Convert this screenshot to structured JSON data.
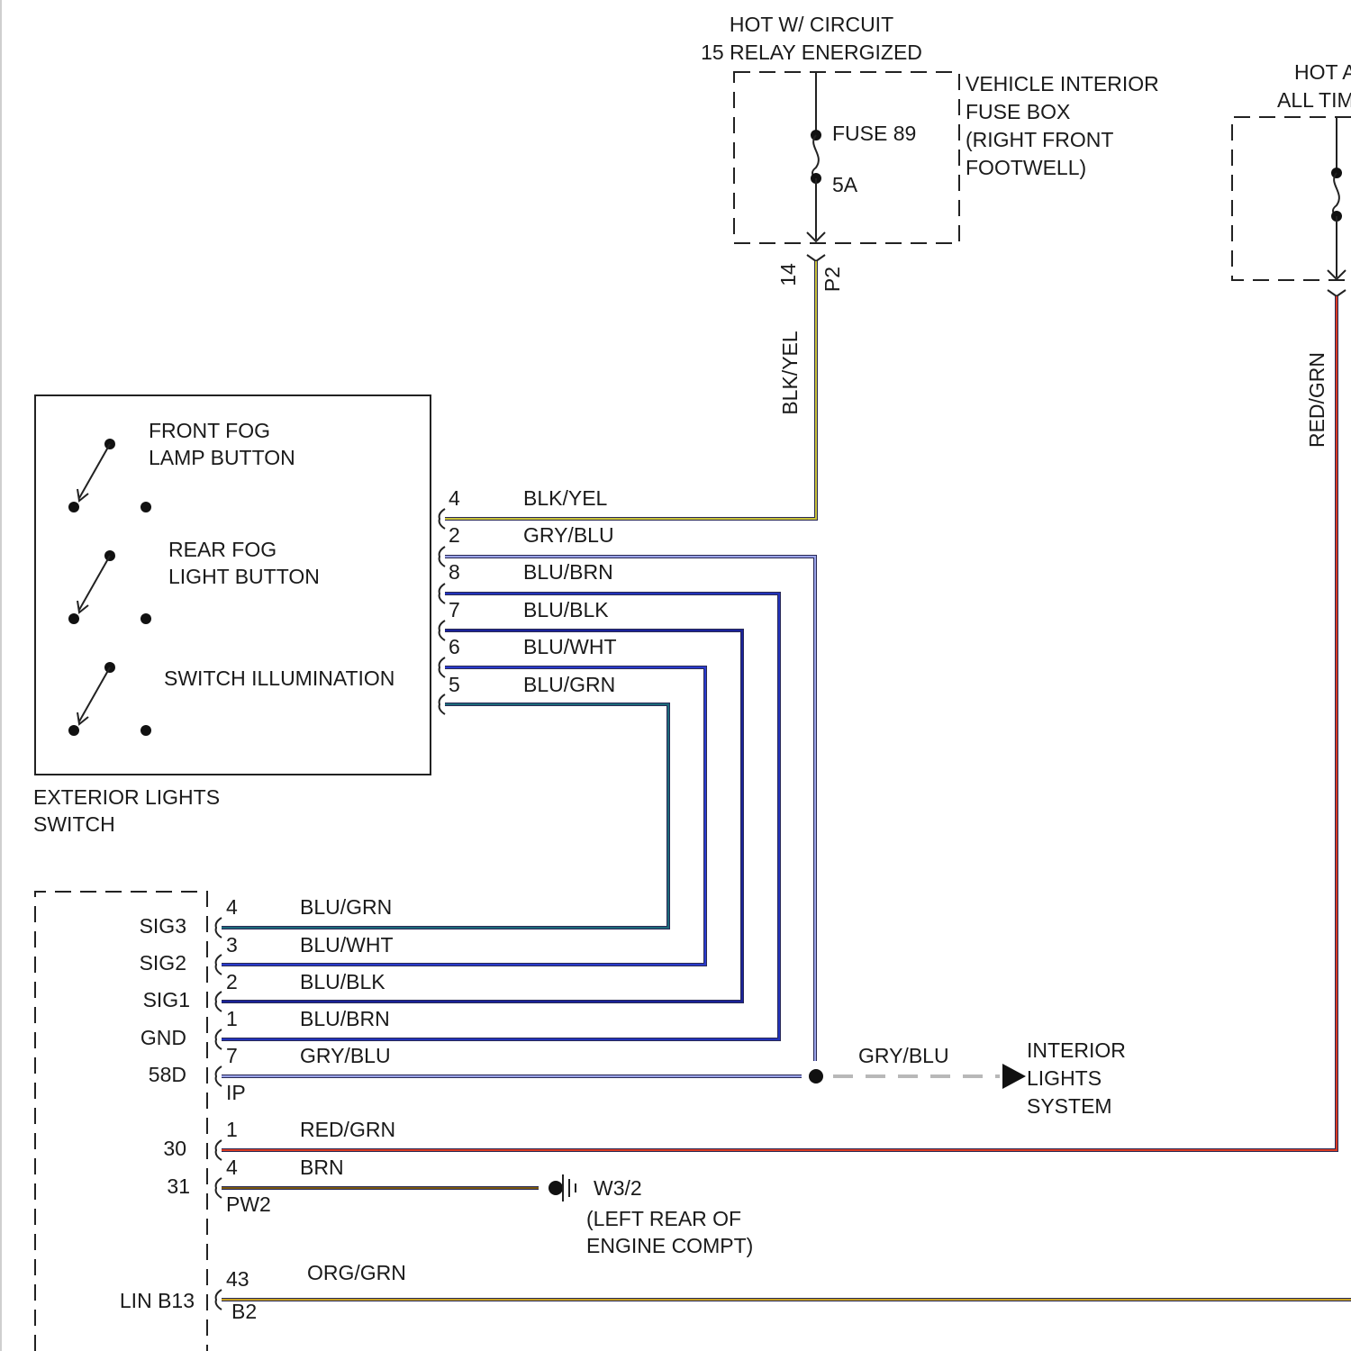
{
  "fuse_box": {
    "hot_label_1": "HOT W/ CIRCUIT",
    "hot_label_2": "15 RELAY ENERGIZED",
    "name_lines": [
      "VEHICLE INTERIOR",
      "FUSE BOX",
      "(RIGHT FRONT",
      "FOOTWELL)"
    ],
    "fuse_name": "FUSE 89",
    "fuse_rating": "5A",
    "pin": "14",
    "connector": "P2"
  },
  "right_fuse": {
    "hot_label_1": "HOT AT",
    "hot_label_2": "ALL TIMES"
  },
  "switch": {
    "front_fog_lines": [
      "FRONT FOG",
      "LAMP BUTTON"
    ],
    "rear_fog_lines": [
      "REAR FOG",
      "LIGHT BUTTON"
    ],
    "illumination": "SWITCH ILLUMINATION",
    "name_lines": [
      "EXTERIOR LIGHTS",
      "SWITCH"
    ],
    "pins": [
      {
        "pin": "4",
        "wire": "BLK/YEL"
      },
      {
        "pin": "2",
        "wire": "GRY/BLU"
      },
      {
        "pin": "8",
        "wire": "BLU/BRN"
      },
      {
        "pin": "7",
        "wire": "BLU/BLK"
      },
      {
        "pin": "6",
        "wire": "BLU/WHT"
      },
      {
        "pin": "5",
        "wire": "BLU/GRN"
      }
    ]
  },
  "vertical_labels": {
    "blk_yel": "BLK/YEL",
    "red_grn": "RED/GRN"
  },
  "module": {
    "rows": [
      {
        "signal": "SIG3",
        "pin": "4",
        "wire": "BLU/GRN"
      },
      {
        "signal": "SIG2",
        "pin": "3",
        "wire": "BLU/WHT"
      },
      {
        "signal": "SIG1",
        "pin": "2",
        "wire": "BLU/BLK"
      },
      {
        "signal": "GND",
        "pin": "1",
        "wire": "BLU/BRN"
      },
      {
        "signal": "58D",
        "pin": "7",
        "wire": "GRY/BLU"
      },
      {
        "signal": "30",
        "pin": "1",
        "wire": "RED/GRN"
      },
      {
        "signal": "31",
        "pin": "4",
        "wire": "BRN"
      },
      {
        "signal": "LIN B13",
        "pin": "43",
        "wire": "ORG/GRN"
      }
    ],
    "connector_ip": "IP",
    "connector_pw2": "PW2",
    "connector_b2": "B2"
  },
  "interior_lights": {
    "wire": "GRY/BLU",
    "name_lines": [
      "INTERIOR",
      "LIGHTS",
      "SYSTEM"
    ]
  },
  "ground": {
    "name": "W3/2",
    "location_lines": [
      "(LEFT REAR OF",
      "ENGINE COMPT)"
    ]
  },
  "colors": {
    "blk_yel": "#c9c23a",
    "gry_blu": "#9aa3e8",
    "blu_brn": "#2233bb",
    "blu_blk": "#1a2299",
    "blu_wht": "#2a3bcc",
    "blu_grn": "#1c6a7a",
    "red_grn": "#d93a22",
    "brn": "#7a5a10",
    "org_grn": "#c8a020"
  }
}
